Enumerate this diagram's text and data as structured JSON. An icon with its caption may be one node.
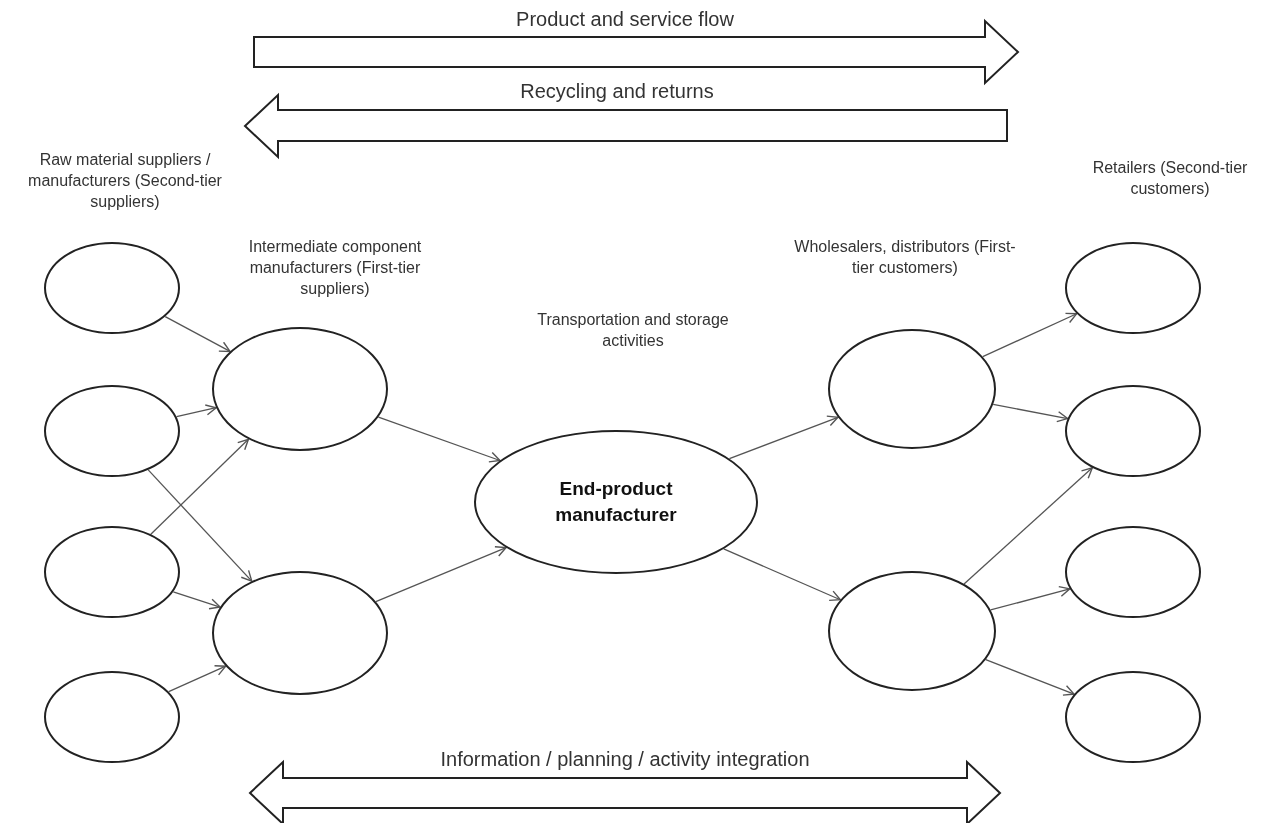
{
  "diagram": {
    "nodes": [
      {
        "text": [],
        "shape": "circle"
      },
      {
        "text": [],
        "shape": "circle"
      },
      {
        "text": [],
        "shape": "circle"
      },
      {
        "text": [],
        "shape": "circle"
      },
      {
        "text": [],
        "shape": "circle"
      },
      {
        "text": [],
        "shape": "circle"
      },
      {
        "text": [
          "End-product manufacturer"
        ]
      },
      {
        "text": [],
        "shape": "circle"
      },
      {
        "text": [],
        "shape": "circle"
      },
      {
        "text": [],
        "shape": "circle"
      },
      {
        "text": [],
        "shape": "circle"
      },
      {
        "text": [],
        "shape": "circle"
      },
      {
        "text": [],
        "shape": "circle"
      }
    ],
    "edges": [
      {
        "from": 0,
        "to": 4,
        "arrow": "to"
      },
      {
        "from": 1,
        "to": 4,
        "arrow": "to"
      },
      {
        "from": 1,
        "to": 5,
        "arrow": "to"
      },
      {
        "from": 2,
        "to": 4,
        "arrow": "to"
      },
      {
        "from": 2,
        "to": 5,
        "arrow": "to"
      },
      {
        "from": 3,
        "to": 5,
        "arrow": "to"
      },
      {
        "from": 4,
        "to": 6,
        "arrow": "to"
      },
      {
        "from": 5,
        "to": 6,
        "arrow": "to"
      },
      {
        "from": 6,
        "to": 7,
        "arrow": "to"
      },
      {
        "from": 6,
        "to": 8,
        "arrow": "to"
      },
      {
        "from": 7,
        "to": 9,
        "arrow": "to"
      },
      {
        "from": 7,
        "to": 10,
        "arrow": "to"
      },
      {
        "from": 8,
        "to": 10,
        "arrow": "to"
      },
      {
        "from": 8,
        "to": 11,
        "arrow": "to"
      },
      {
        "from": 8,
        "to": 12,
        "arrow": "to"
      }
    ],
    "labels": [
      "Product and service flow",
      "Recycling and returns",
      "Raw material suppliers / manufacturers (Second-tier suppliers)",
      "Retailers (Second-tier customers)",
      "Intermediate component manufacturers (First-tier suppliers)",
      "Wholesalers, distributors (First-tier customers)",
      "Transportation and storage activities",
      "Information / planning / activity integration"
    ]
  }
}
